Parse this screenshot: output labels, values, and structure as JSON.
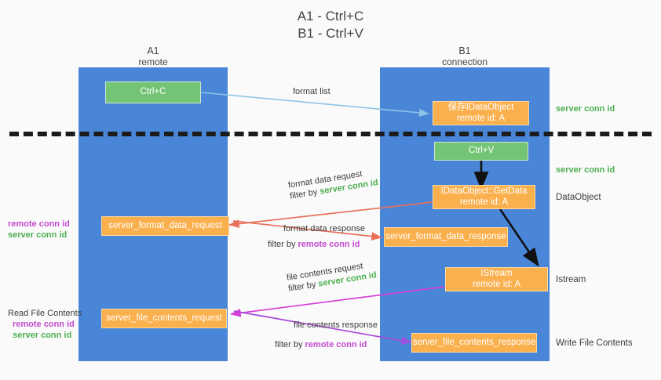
{
  "title": {
    "line1": "A1 - Ctrl+C",
    "line2": "B1 - Ctrl+V"
  },
  "lanes": [
    {
      "id": "A1",
      "title": "A1",
      "subtitle": "remote",
      "color": "#4a86d8"
    },
    {
      "id": "B1",
      "title": "B1",
      "subtitle": "connection",
      "color": "#4a86d8"
    }
  ],
  "colors": {
    "lane": "#4a86d8",
    "green_node": "#74c476",
    "orange_node": "#fbb04e",
    "server_conn_id": "#4caf50",
    "remote_conn_id": "#c44ad0",
    "arrow_blue": "#8ec4e8",
    "arrow_red": "#e8705a",
    "arrow_magenta": "#d63fd6",
    "arrow_purple": "#9b51e0",
    "arrow_black": "#111111",
    "divider": "#1b1b1b",
    "background": "#fafafa"
  },
  "nodes": [
    {
      "id": "ctrl-c",
      "label": "Ctrl+C",
      "sub": "",
      "style": "green"
    },
    {
      "id": "save-idataobject",
      "label": "保存IDataObject",
      "sub": "remote id: A",
      "style": "orange"
    },
    {
      "id": "ctrl-v",
      "label": "Ctrl+V",
      "sub": "",
      "style": "green"
    },
    {
      "id": "idataobject-getdata",
      "label": "IDataObject::GetData",
      "sub": "remote id: A",
      "style": "orange"
    },
    {
      "id": "server-format-data-request",
      "label": "server_format_data_request",
      "sub": "",
      "style": "orange"
    },
    {
      "id": "server-format-data-response",
      "label": "server_format_data_response",
      "sub": "",
      "style": "orange"
    },
    {
      "id": "istream",
      "label": "IStream",
      "sub": "remote id: A",
      "style": "orange"
    },
    {
      "id": "server-file-contents-request",
      "label": "server_file_contents_request",
      "sub": "",
      "style": "orange"
    },
    {
      "id": "server-file-contents-response",
      "label": "server_file_contents_response",
      "sub": "",
      "style": "orange"
    }
  ],
  "edge_labels": {
    "format_list": "format list",
    "format_data_request": "format data request",
    "format_data_response": "format data response",
    "file_contents_request": "file contents request",
    "file_contents_response": "file contents response",
    "filter_by": "filter by",
    "server_conn_id": "server conn id",
    "remote_conn_id": "remote conn id"
  },
  "right_notes": [
    {
      "id": "note-server-conn-id-1",
      "text": "server conn id",
      "kind": "server"
    },
    {
      "id": "note-server-conn-id-2",
      "text": "server conn id",
      "kind": "server"
    },
    {
      "id": "note-dataobject",
      "text": "DataObject",
      "kind": "plain"
    },
    {
      "id": "note-istream",
      "text": "Istream",
      "kind": "plain"
    },
    {
      "id": "note-write-file-contents",
      "text": "Write File Contents",
      "kind": "plain"
    }
  ],
  "left_notes": {
    "group1": {
      "remote": "remote conn id",
      "server": "server conn id"
    },
    "group2": {
      "heading": "Read File Contents",
      "remote": "remote conn id",
      "server": "server conn id"
    }
  }
}
